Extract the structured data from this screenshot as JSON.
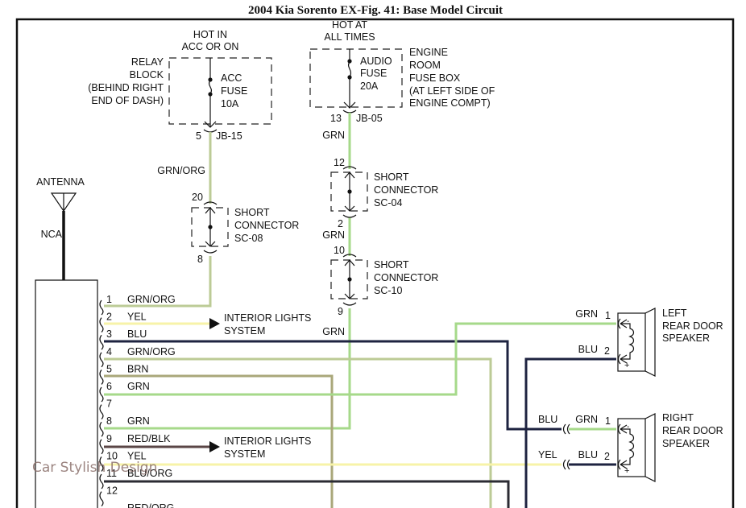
{
  "title": "2004 Kia Sorento EX-Fig. 41: Base Model Circuit",
  "watermark": "Car Stylish Design",
  "wire_colors": {
    "GRN": "#a6d98a",
    "GRN/ORG": "#bccb96",
    "YEL": "#f7f3a8",
    "BLU": "#1e2340",
    "BRN": "#a9a77a",
    "RED/BLK": "#5a4646",
    "BLU/ORG": "#2b2b33",
    "GRN_bright": "#9fe08a"
  },
  "acc_fuse": {
    "hot_label_1": "HOT IN",
    "hot_label_2": "ACC OR ON",
    "name_1": "ACC",
    "name_2": "FUSE",
    "rating": "10A",
    "location_1": "RELAY",
    "location_2": "BLOCK",
    "location_3": "(BEHIND RIGHT",
    "location_4": "END OF DASH)",
    "pin": "5",
    "connector": "JB-15",
    "wire": "GRN/ORG"
  },
  "audio_fuse": {
    "hot_label_1": "HOT AT",
    "hot_label_2": "ALL TIMES",
    "name_1": "AUDIO",
    "name_2": "FUSE",
    "rating": "20A",
    "location_1": "ENGINE",
    "location_2": "ROOM",
    "location_3": "FUSE BOX",
    "location_4": "(AT LEFT SIDE OF",
    "location_5": "ENGINE COMPT)",
    "pin": "13",
    "connector": "JB-05",
    "wire": "GRN"
  },
  "short_connectors": [
    {
      "id": "SC-08",
      "line1": "SHORT",
      "line2": "CONNECTOR",
      "line3": "SC-08",
      "pin_top": "20",
      "pin_bottom": "8"
    },
    {
      "id": "SC-04",
      "line1": "SHORT",
      "line2": "CONNECTOR",
      "line3": "SC-04",
      "pin_top": "12",
      "pin_bottom": "2",
      "wire_below": "GRN"
    },
    {
      "id": "SC-10",
      "line1": "SHORT",
      "line2": "CONNECTOR",
      "line3": "SC-10",
      "pin_top": "10",
      "pin_bottom": "9",
      "wire_below": "GRN"
    }
  ],
  "antenna": {
    "label": "ANTENNA",
    "wire_label": "NCA"
  },
  "radio_pins": [
    {
      "pin": "1",
      "color": "GRN/ORG"
    },
    {
      "pin": "2",
      "color": "YEL"
    },
    {
      "pin": "3",
      "color": "BLU"
    },
    {
      "pin": "4",
      "color": "GRN/ORG"
    },
    {
      "pin": "5",
      "color": "BRN"
    },
    {
      "pin": "6",
      "color": "GRN"
    },
    {
      "pin": "7",
      "color": ""
    },
    {
      "pin": "8",
      "color": "GRN"
    },
    {
      "pin": "9",
      "color": "RED/BLK"
    },
    {
      "pin": "10",
      "color": "YEL"
    },
    {
      "pin": "11",
      "color": "BLU/ORG"
    },
    {
      "pin": "12",
      "color": ""
    },
    {
      "pin": "",
      "color": "RED/ORG"
    }
  ],
  "interior_lights": [
    {
      "line1": "INTERIOR LIGHTS",
      "line2": "SYSTEM"
    },
    {
      "line1": "INTERIOR LIGHTS",
      "line2": "SYSTEM"
    }
  ],
  "speakers": [
    {
      "line1": "LEFT",
      "line2": "REAR DOOR",
      "line3": "SPEAKER",
      "pin1_wire": "GRN",
      "pin1": "1",
      "pin2_wire": "BLU",
      "pin2": "2",
      "minus": "-",
      "plus": "+"
    },
    {
      "line1": "RIGHT",
      "line2": "REAR DOOR",
      "line3": "SPEAKER",
      "pin1_wire": "GRN",
      "pin1": "1",
      "pin2_wire": "BLU",
      "pin2": "2",
      "in1_wire": "BLU",
      "in2_wire": "YEL",
      "minus": "-",
      "plus": "+"
    }
  ]
}
